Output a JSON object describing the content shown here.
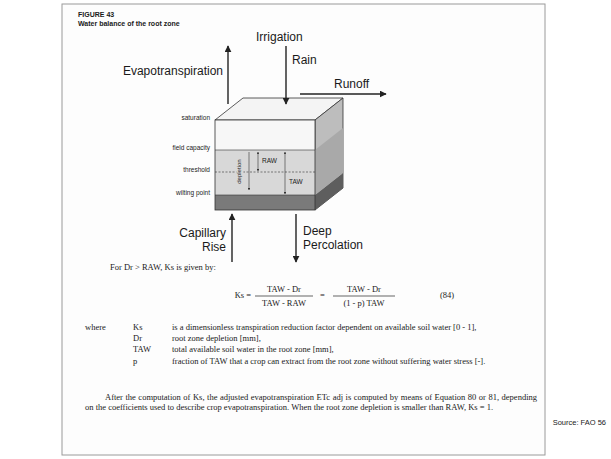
{
  "diagram": {
    "title": "Water balance of the root zone",
    "labels": [
      "FIGURE 43",
      "Irrigation",
      "Evapotranspiration",
      "Rain",
      "Runoff",
      "saturation",
      "field capacity",
      "RAW",
      "depletion",
      "threshold",
      "TAW",
      "wilting point",
      "Capillary Rise",
      "Deep Percolation",
      "For Dr > RAW, Ks is given by:",
      "Ks =",
      "TAW - Dr",
      "TAW - RAW",
      "=",
      "TAW - Dr",
      "(1 - p) TAW",
      "(84)",
      "where",
      "Ks",
      "is a dimensionless transpiration reduction factor dependent on available soil water [0 - 1],",
      "Dr",
      "root zone depletion [mm],",
      "TAW",
      "total available soil water in the root zone [mm],",
      "p",
      "fraction of TAW that a crop can extract from the root zone without suffering water stress [-].",
      "After the computation of Ks, the adjusted evapotranspiration ETc adj is computed by means of Equation 80 or 81, depending on the coefficients used to describe crop evapotranspiration. When the root zone depletion is smaller than RAW, Ks = 1.",
      "Source: FAO 56"
    ]
  }
}
